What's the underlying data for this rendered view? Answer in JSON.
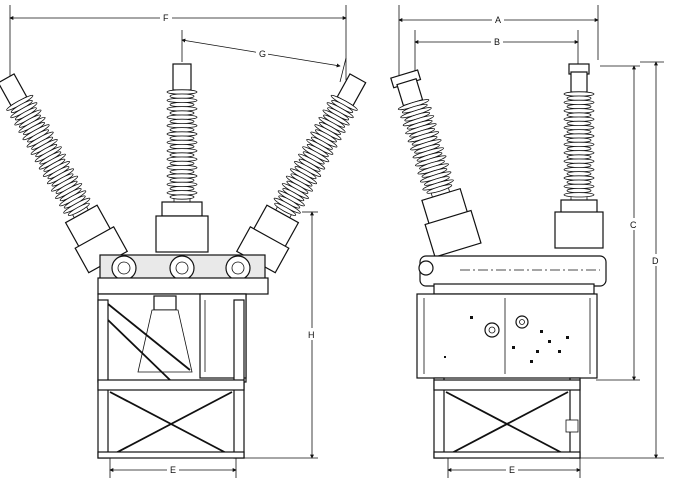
{
  "figure": {
    "front_view_label": "",
    "side_view_label": ""
  },
  "dimensions": {
    "F": "F",
    "G": "G",
    "H": "H",
    "E_front": "E",
    "A": "A",
    "B": "B",
    "C": "C",
    "D": "D",
    "E_side": "E"
  },
  "colors": {
    "line": "#111111",
    "background": "#ffffff",
    "shade": "#e9e9e9"
  }
}
